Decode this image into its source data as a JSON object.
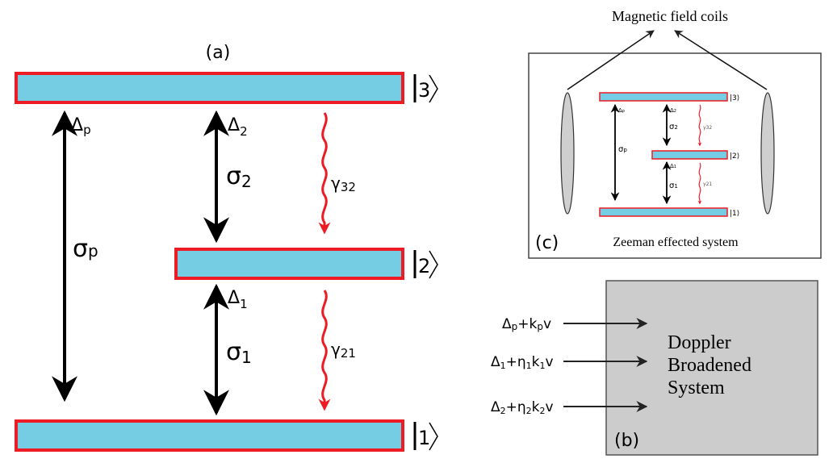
{
  "colors": {
    "level_fill": "#74cde3",
    "level_stroke": "#ed1c24",
    "decay": "#ed1c24",
    "arrow": "#000000",
    "box_b_fill": "#cccccc",
    "coil_fill": "#cfcfcf"
  },
  "panel_a": {
    "label": "(a)",
    "levels": [
      {
        "ket": "3"
      },
      {
        "ket": "2"
      },
      {
        "ket": "1"
      }
    ],
    "transitions": [
      {
        "name": "sigma-p",
        "sigma": "σ",
        "sigma_sub": "p",
        "detuning": "Δ",
        "detuning_sub": "p"
      },
      {
        "name": "sigma-2",
        "sigma": "σ",
        "sigma_sub": "2",
        "detuning": "Δ",
        "detuning_sub": "2"
      },
      {
        "name": "sigma-1",
        "sigma": "σ",
        "sigma_sub": "1",
        "detuning": "Δ",
        "detuning_sub": "1"
      }
    ],
    "decays": [
      {
        "name": "gamma-32",
        "symbol": "γ",
        "sub": "32"
      },
      {
        "name": "gamma-21",
        "symbol": "γ",
        "sub": "21"
      }
    ]
  },
  "panel_c": {
    "label": "(c)",
    "title": "Magnetic field coils",
    "caption": "Zeeman effected system",
    "levels": [
      {
        "ket": "3"
      },
      {
        "ket": "2"
      },
      {
        "ket": "1"
      }
    ],
    "sigma_p": "σ",
    "sigma_p_sub": "p",
    "sigma_2": "σ",
    "sigma_2_sub": "2",
    "sigma_1": "σ",
    "sigma_1_sub": "1",
    "delta_p": "Δ",
    "delta_p_sub": "p",
    "delta_2": "Δ",
    "delta_2_sub": "2",
    "delta_1": "Δ",
    "delta_1_sub": "1",
    "gamma_32": "γ",
    "gamma_32_sub": "32",
    "gamma_21": "γ",
    "gamma_21_sub": "21"
  },
  "panel_b": {
    "label": "(b)",
    "title_lines": [
      "Doppler",
      "Broadened",
      "System"
    ],
    "inputs": [
      {
        "parts": [
          "Δ",
          "p",
          "+k",
          "p",
          "v"
        ]
      },
      {
        "parts": [
          "Δ",
          "1",
          "+η",
          "1",
          "k",
          "1",
          "v"
        ]
      },
      {
        "parts": [
          "Δ",
          "2",
          "+η",
          "2",
          "k",
          "2",
          "v"
        ]
      }
    ]
  }
}
